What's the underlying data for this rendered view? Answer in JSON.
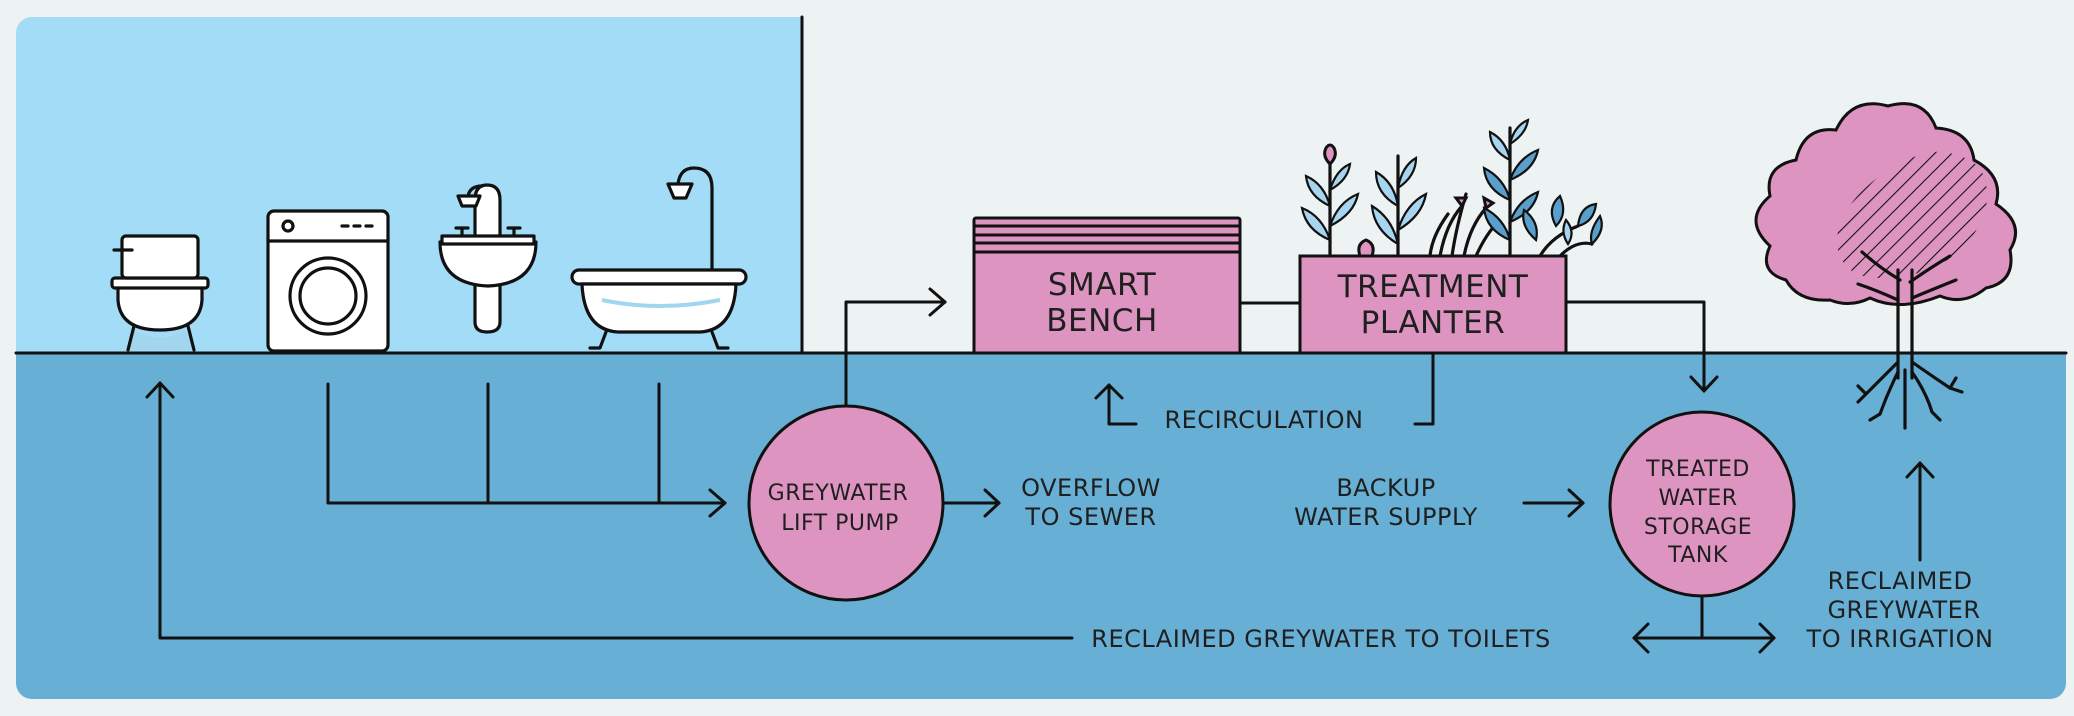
{
  "colors": {
    "background": "#edf2f2",
    "indoor_panel": "#a2dcf6",
    "underground": "#67afd4",
    "accent_pink": "#de94c0",
    "line": "#111111"
  },
  "fixtures": [
    {
      "id": "toilet",
      "icon": "toilet-icon"
    },
    {
      "id": "washing-machine",
      "icon": "washing-machine-icon"
    },
    {
      "id": "sink",
      "icon": "sink-icon"
    },
    {
      "id": "bathtub",
      "icon": "bathtub-icon"
    }
  ],
  "nodes": {
    "smart_bench": {
      "line1": "SMART",
      "line2": "BENCH"
    },
    "treatment_planter": {
      "line1": "TREATMENT",
      "line2": "PLANTER"
    },
    "lift_pump": {
      "line1": "GREYWATER",
      "line2": "LIFT PUMP"
    },
    "storage_tank": {
      "line1": "TREATED",
      "line2": "WATER",
      "line3": "STORAGE",
      "line4": "TANK"
    }
  },
  "flow_labels": {
    "recirculation": "RECIRCULATION",
    "overflow_1": "OVERFLOW",
    "overflow_2": "TO SEWER",
    "backup_1": "BACKUP",
    "backup_2": "WATER SUPPLY",
    "to_toilets": "RECLAIMED GREYWATER TO TOILETS",
    "irrigation_1": "RECLAIMED",
    "irrigation_2": "GREYWATER",
    "irrigation_3": "TO IRRIGATION"
  },
  "icons": [
    "plant-icon",
    "tree-icon",
    "arrow-icon"
  ]
}
